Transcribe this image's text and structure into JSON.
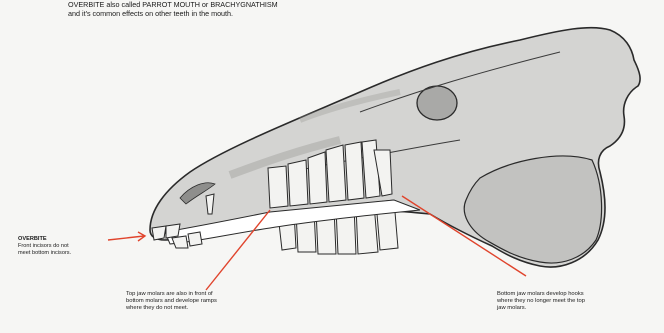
{
  "intro": {
    "line1": "OVERBITE also called PARROT MOUTH or BRACHYGNATHISM",
    "line2": "and it's common effects on other teeth in the mouth."
  },
  "labels": {
    "overbite": {
      "title": "OVERBITE",
      "line1": "Front incisors do not",
      "line2": "meet bottom incisors."
    },
    "top_molars": {
      "line1": "Top jaw molars are also in front of",
      "line2": "bottom molars and develope ramps",
      "line3": "where they do not meet."
    },
    "bottom_molars": {
      "line1": "Bottom jaw molars develop hooks",
      "line2": "where they no longer meet the top",
      "line3": "jaw molars."
    }
  },
  "colors": {
    "pointer": "#e0442c",
    "bone": "#d2d2d0",
    "bone_dark": "#9a9a98",
    "tooth": "#f4f4f2",
    "outline": "#2a2a2a"
  }
}
